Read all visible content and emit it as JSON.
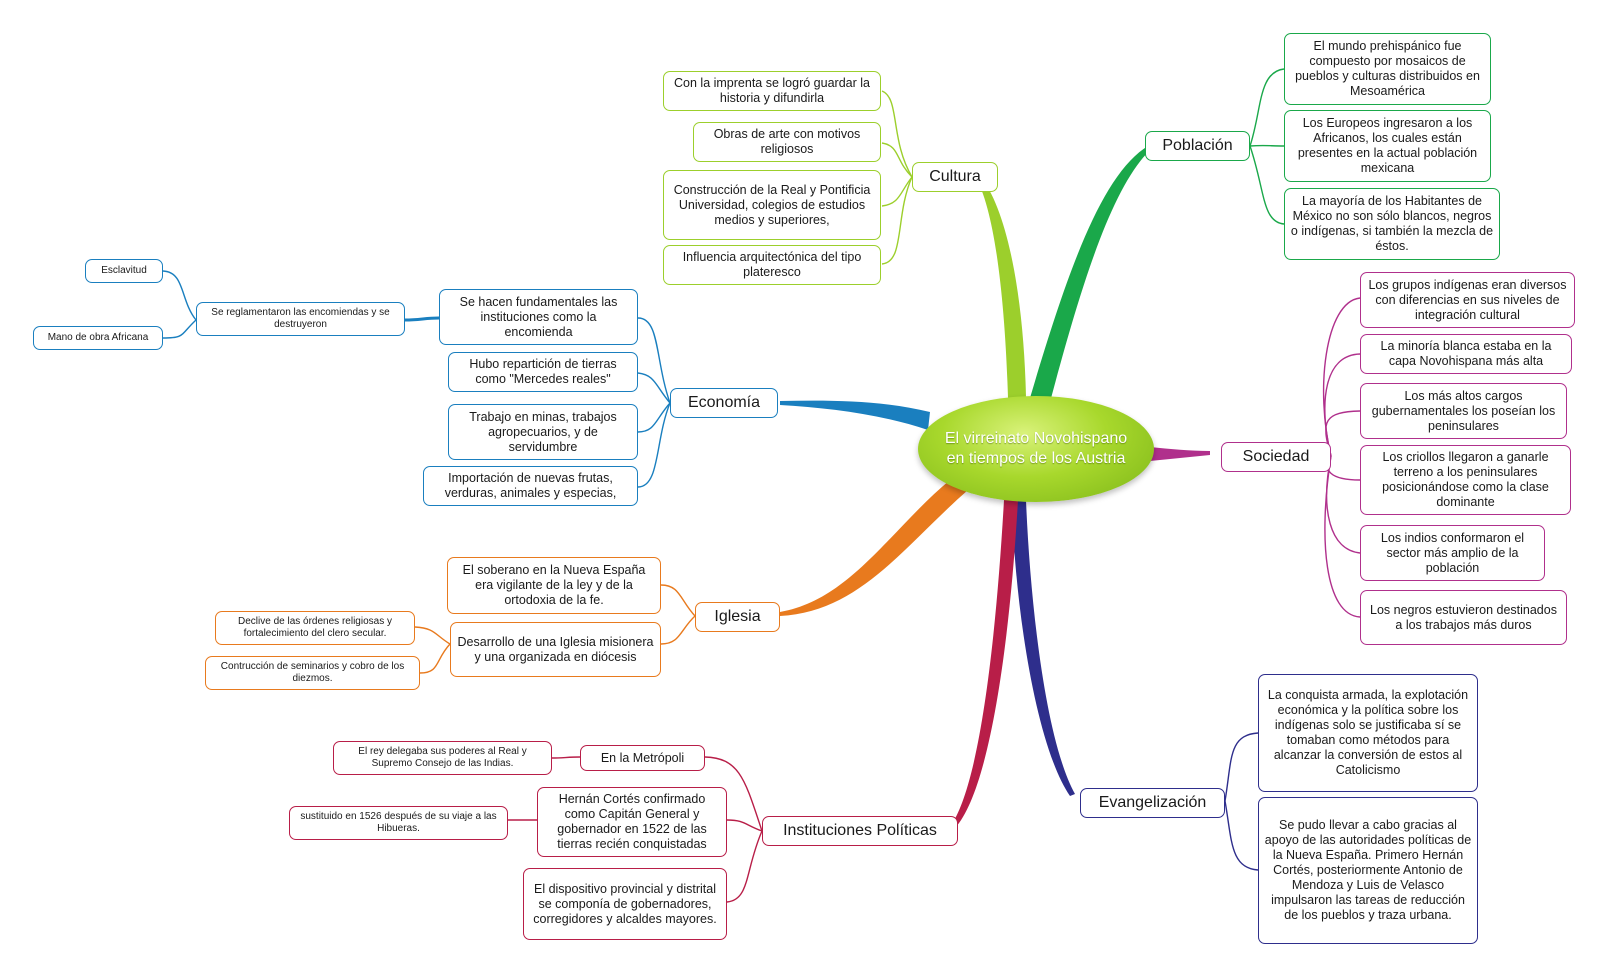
{
  "central": {
    "title": "El virreinato Novohispano en tiempos de los Austria",
    "color": "#a8d82c"
  },
  "branches": {
    "cultura": {
      "label": "Cultura",
      "color": "#9ccf2c",
      "items": [
        "Con la imprenta se logró guardar la historia y difundirla",
        "Obras de arte con motivos religiosos",
        "Construcción de la Real y Pontificia Universidad, colegios de estudios medios y superiores,",
        "Influencia arquitectónica del tipo plateresco"
      ]
    },
    "poblacion": {
      "label": "Población",
      "color": "#1aa84a",
      "items": [
        "El mundo prehispánico fue compuesto por mosaicos de pueblos y culturas distribuidos en Mesoamérica",
        "Los Europeos ingresaron a los Africanos, los cuales están presentes en la actual población mexicana",
        "La mayoría de los Habitantes de México no son sólo blancos, negros o indígenas, si también la mezcla de éstos."
      ]
    },
    "economia": {
      "label": "Economía",
      "color": "#1a7fbf",
      "items": [
        "Se hacen fundamentales las instituciones como la encomienda",
        "Hubo repartición de tierras como \"Mercedes reales\"",
        "Trabajo en minas, trabajos agropecuarios, y de servidumbre",
        "Importación de nuevas frutas, verduras, animales y especias,"
      ],
      "sub": {
        "label": "Se reglamentaron las encomiendas y se destruyeron",
        "items": [
          "Esclavitud",
          "Mano de obra Africana"
        ]
      }
    },
    "sociedad": {
      "label": "Sociedad",
      "color": "#b0308c",
      "items": [
        "Los grupos indígenas eran diversos con diferencias en sus niveles de integración cultural",
        "La minoría blanca estaba en la capa Novohispana más alta",
        "Los más altos cargos gubernamentales los poseían los peninsulares",
        "Los criollos llegaron a ganarle terreno a los peninsulares posicionándose como la clase dominante",
        "Los indios conformaron el sector más amplio de la población",
        "Los negros estuvieron destinados a los trabajos más duros"
      ]
    },
    "iglesia": {
      "label": "Iglesia",
      "color": "#e87a1e",
      "items": [
        "El soberano en la Nueva España era vigilante de la ley y de la ortodoxia de la fe.",
        "Desarrollo de una Iglesia misionera y una organizada en diócesis"
      ],
      "sub_items": [
        "Declive de las órdenes religiosas y fortalecimiento del clero secular.",
        "Contrucción de seminarios y cobro de los diezmos."
      ]
    },
    "evangelizacion": {
      "label": "Evangelización",
      "color": "#2e2e8c",
      "items": [
        "La conquista armada, la explotación económica y la política sobre los indígenas solo se justificaba sí se tomaban como métodos para alcanzar la conversión de estos al Catolicismo",
        "Se pudo llevar a cabo gracias al apoyo de las autoridades políticas de la Nueva España. Primero Hernán Cortés, posteriormente Antonio de Mendoza y Luis de Velasco impulsaron las tareas de reducción de los pueblos  y traza urbana."
      ]
    },
    "instituciones": {
      "label": "Instituciones Políticas",
      "color": "#b81e48",
      "items": [
        "En la Metrópoli",
        "Hernán Cortés confirmado como Capitán General y gobernador en 1522 de las tierras recién conquistadas",
        "El dispositivo provincial y distrital se componía de gobernadores, corregidores y alcaldes mayores."
      ],
      "sub_items": [
        "El rey delegaba sus poderes al Real y Supremo Consejo de las Indias.",
        "sustituido en 1526 después de su viaje a las Hibueras."
      ]
    }
  }
}
